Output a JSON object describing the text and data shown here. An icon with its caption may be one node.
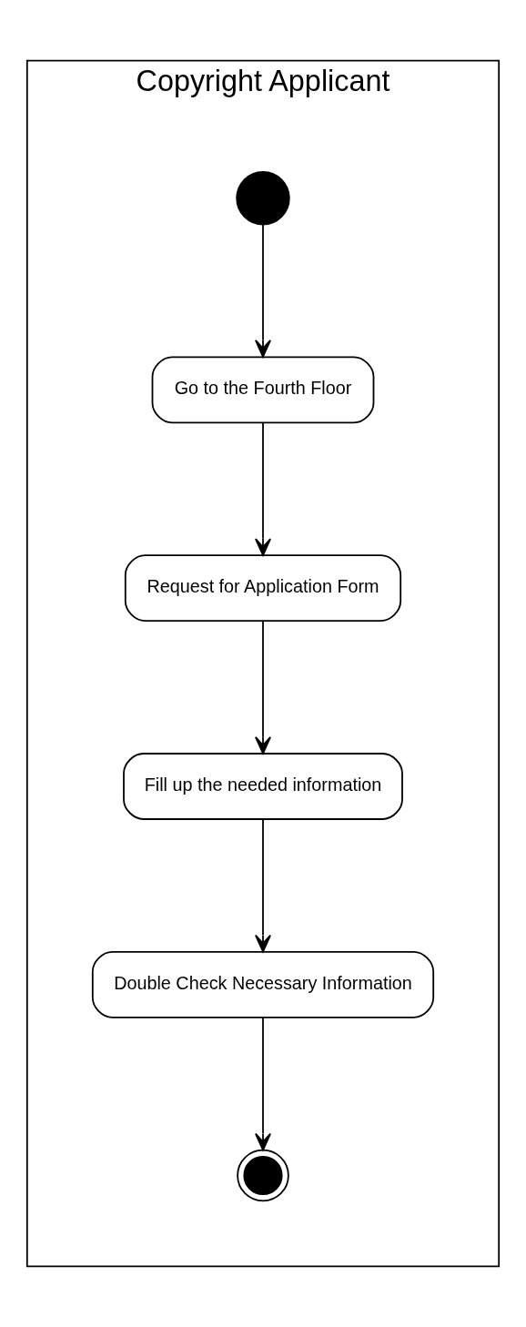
{
  "diagram": {
    "nodes": [
      {
        "text": [
          "Copyright Applicant"
        ]
      },
      {
        "text": [],
        "shape": "circle",
        "in": 0
      },
      {
        "text": [
          "Go to the Fourth Floor"
        ],
        "in": 0
      },
      {
        "text": [
          "Request for Application Form"
        ],
        "in": 0
      },
      {
        "text": [
          "Fill up the needed information"
        ],
        "in": 0
      },
      {
        "text": [
          "Double Check Necessary Information"
        ],
        "in": 0
      },
      {
        "text": [],
        "shape": "circle",
        "in": 0
      }
    ],
    "edges": [
      {
        "from": 1,
        "to": 2,
        "arrow": "to"
      },
      {
        "from": 2,
        "to": 3,
        "arrow": "to"
      },
      {
        "from": 3,
        "to": 4,
        "arrow": "to"
      },
      {
        "from": 4,
        "to": 5,
        "arrow": "to"
      },
      {
        "from": 5,
        "to": 6,
        "arrow": "to"
      }
    ]
  }
}
